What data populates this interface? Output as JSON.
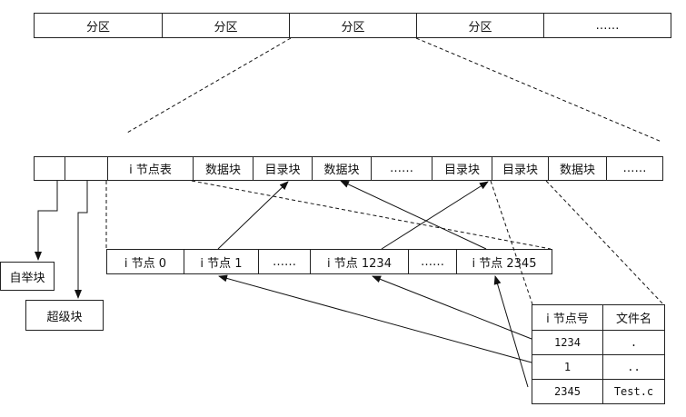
{
  "partitions": [
    "分区",
    "分区",
    "分区",
    "分区",
    "……"
  ],
  "fs_blocks": [
    "",
    "",
    "i 节点表",
    "数据块",
    "目录块",
    "数据块",
    "……",
    "目录块",
    "目录块",
    "数据块",
    "……"
  ],
  "inodes": [
    "i 节点 0",
    "i 节点 1",
    "……",
    "i 节点 1234",
    "……",
    "i 节点 2345"
  ],
  "boot_block": "自举块",
  "super_block": "超级块",
  "dir_table": {
    "headers": [
      "i 节点号",
      "文件名"
    ],
    "rows": [
      [
        "1234",
        "."
      ],
      [
        "1",
        ".."
      ],
      [
        "2345",
        "Test.c"
      ]
    ]
  }
}
